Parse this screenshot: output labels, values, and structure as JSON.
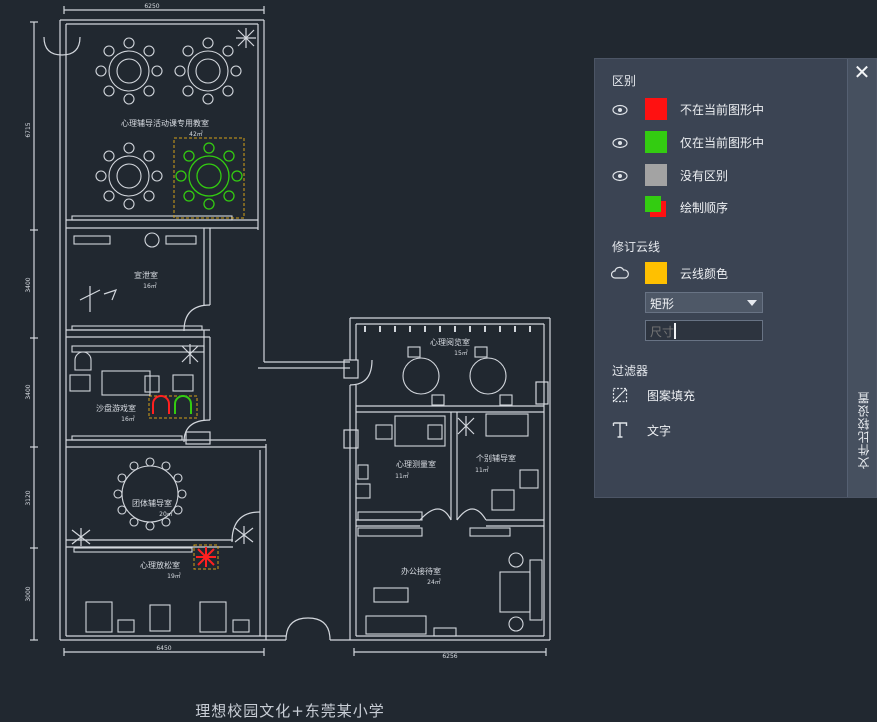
{
  "drawing": {
    "caption": "理想校园文化+东莞某小学",
    "dimensions": {
      "top": "6250",
      "left_1": "6715",
      "left_2": "3400",
      "left_3": "3400",
      "left_4": "3120",
      "left_5": "3000",
      "bottom_left": "6450",
      "bottom_right": "6256"
    },
    "rooms": {
      "classroom": "心理辅导活动课专用教室",
      "classroom_area": "42㎡",
      "venting": "宣泄室",
      "venting_area": "16㎡",
      "sandplay": "沙盘游戏室",
      "sandplay_area": "16㎡",
      "group": "团体辅导室",
      "group_area": "20㎡",
      "relax": "心理放松室",
      "relax_area": "19㎡",
      "reading": "心理阅览室",
      "reading_area": "15㎡",
      "testing": "心理测量室",
      "testing_area": "11㎡",
      "individual": "个别辅导室",
      "individual_area": "11㎡",
      "office": "办公接待室",
      "office_area": "24㎡"
    }
  },
  "palette": {
    "title": "文件比较设置",
    "close_glyph": "✕",
    "difference_section": "区别",
    "rows": [
      {
        "label": "不在当前图形中",
        "color": "#ff1111"
      },
      {
        "label": "仅在当前图形中",
        "color": "#33cc11"
      },
      {
        "label": "没有区别",
        "color": "#a3a3a3"
      },
      {
        "label": "绘制顺序",
        "color": "#33cc11",
        "shadow": "#ff1111"
      }
    ],
    "revcloud_section": "修订云线",
    "cloud_color_label": "云线颜色",
    "cloud_color": "#ffc000",
    "shape_value": "矩形",
    "size_placeholder": "尺寸",
    "filter_section": "过滤器",
    "hatch_label": "图案填充",
    "text_label": "文字"
  },
  "colors": {
    "background": "#212830",
    "line": "#d8dce2",
    "red": "#ff2020",
    "green": "#33cc11",
    "yellow": "#d4a017"
  }
}
